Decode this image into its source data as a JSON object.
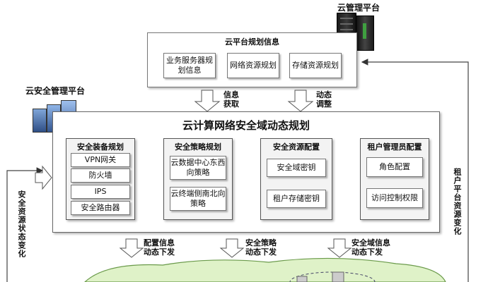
{
  "cloud_mgmt": {
    "title": "云管理平台",
    "panel_title": "云平台规划信息",
    "items": [
      "业务服务器规划信息",
      "网络资源规划",
      "存储资源规划"
    ]
  },
  "flow_labels": {
    "info_fetch": "信息获取",
    "dynamic_adjust": "动态调整",
    "config_down": "配置信息动态下发",
    "policy_down": "安全策略动态下发",
    "domain_down": "安全域信息动态下发"
  },
  "security_mgmt": {
    "title": "云安全管理平台"
  },
  "main_title": "云计算网络安全域动态规划",
  "columns": [
    {
      "title": "安全装备规划",
      "items": [
        "VPN网关",
        "防火墙",
        "IPS",
        "安全路由器"
      ]
    },
    {
      "title": "安全策略规划",
      "items": [
        "云数据中心东西向策略",
        "云终端侧南北向策略"
      ]
    },
    {
      "title": "安全资源配置",
      "items": [
        "安全域密钥",
        "租户存储密钥"
      ]
    },
    {
      "title": "租户管理员配置",
      "items": [
        "角色配置",
        "访问控制权限"
      ]
    }
  ],
  "side_labels": {
    "left": "安全资源状态变化",
    "right": "租户平台资源变化"
  }
}
